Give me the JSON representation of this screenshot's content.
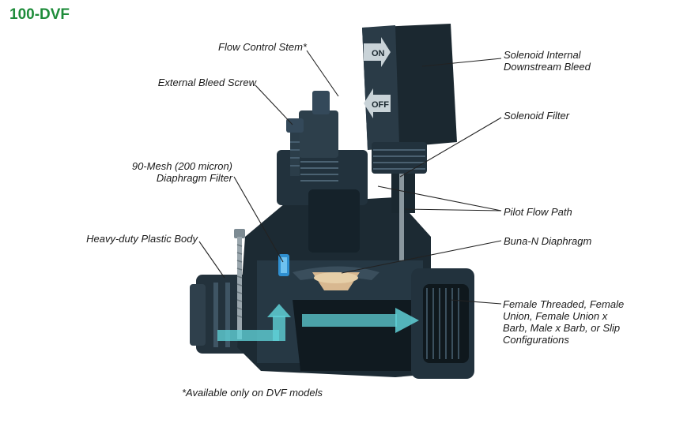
{
  "title": "100-DVF",
  "colors": {
    "title": "#1e8c3a",
    "body": "#1c2a33",
    "body_light": "#3c5060",
    "flow_arrow": "#5fd0d6",
    "filter": "#2f8fd0",
    "diaphragm": "#d8b890",
    "leader": "#222222"
  },
  "icons": {
    "on": "arrow-on-icon",
    "off": "arrow-off-icon"
  },
  "valve_text": {
    "on": "ON",
    "off": "OFF"
  },
  "labels": {
    "flow_control_stem": "Flow Control Stem*",
    "external_bleed_screw": "External Bleed Screw",
    "mesh_filter_line1": "90-Mesh (200 micron)",
    "mesh_filter_line2": "Diaphragm Filter",
    "plastic_body": "Heavy-duty Plastic Body",
    "solenoid_bleed_line1": "Solenoid Internal",
    "solenoid_bleed_line2": "Downstream Bleed",
    "solenoid_filter": "Solenoid Filter",
    "pilot_flow_path": "Pilot Flow Path",
    "diaphragm": "Buna-N Diaphragm",
    "config_line1": "Female Threaded, Female",
    "config_line2": "Union, Female Union x",
    "config_line3": "Barb, Male x Barb, or Slip",
    "config_line4": "Configurations",
    "footnote": "*Available only on DVF models"
  }
}
